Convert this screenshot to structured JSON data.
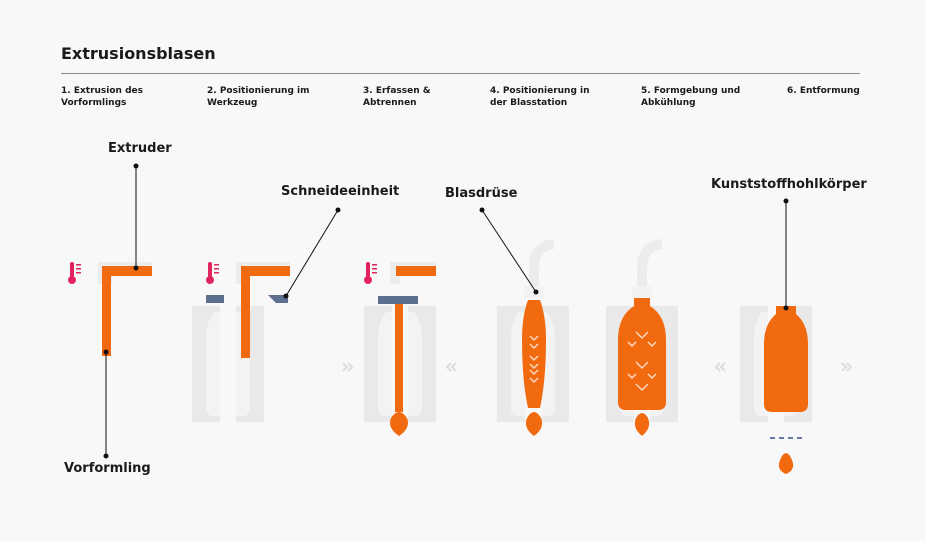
{
  "title": "Extrusionsblasen",
  "steps": [
    {
      "line1": "1. Extrusion des",
      "line2": "Vorformlings"
    },
    {
      "line1": "2. Positionierung im",
      "line2": "Werkzeug"
    },
    {
      "line1": "3. Erfassen &",
      "line2": "Abtrennen"
    },
    {
      "line1": "4. Positionierung in",
      "line2": "der Blasstation"
    },
    {
      "line1": "5. Formgebung und",
      "line2": "Abkühlung"
    },
    {
      "line1": "6. Entformung",
      "line2": ""
    }
  ],
  "labels": {
    "extruder": "Extruder",
    "vorformling": "Vorformling",
    "schneideeinheit": "Schneideeinheit",
    "blasduese": "Blasdrüse",
    "hohlkoerper": "Kunststoffhohlkörper"
  },
  "colors": {
    "orange": "#f26a0f",
    "grey": "#e6e6e6",
    "slate": "#5d6f8f",
    "thermo": "#e0245e"
  },
  "icons": [
    "thermometer-icon",
    "chevron-double-icon"
  ]
}
